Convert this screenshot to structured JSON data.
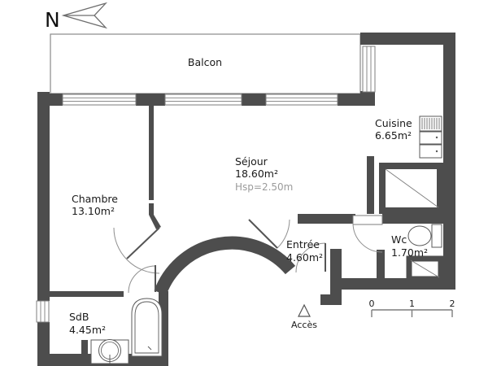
{
  "north": {
    "label": "N"
  },
  "balcony": {
    "label": "Balcon"
  },
  "rooms": {
    "sejour": {
      "name": "Séjour",
      "area": "18.60m²",
      "ceiling": "Hsp=2.50m"
    },
    "chambre": {
      "name": "Chambre",
      "area": "13.10m²"
    },
    "cuisine": {
      "name": "Cuisine",
      "area": "6.65m²"
    },
    "entree": {
      "name": "Entrée",
      "area": "4.60m²"
    },
    "wc": {
      "name": "Wc",
      "area": "1.70m²"
    },
    "sdb": {
      "name": "SdB",
      "area": "4.45m²"
    }
  },
  "access": {
    "label": "Accès"
  },
  "scale_bar": {
    "tick0": "0",
    "tick1": "1",
    "tick2": "2"
  },
  "colors": {
    "wall": "#4d4d4d",
    "line": "#7d7d7d",
    "text": "#1a1a1a",
    "muted_text": "#9b9b9b",
    "background": "#ffffff"
  }
}
